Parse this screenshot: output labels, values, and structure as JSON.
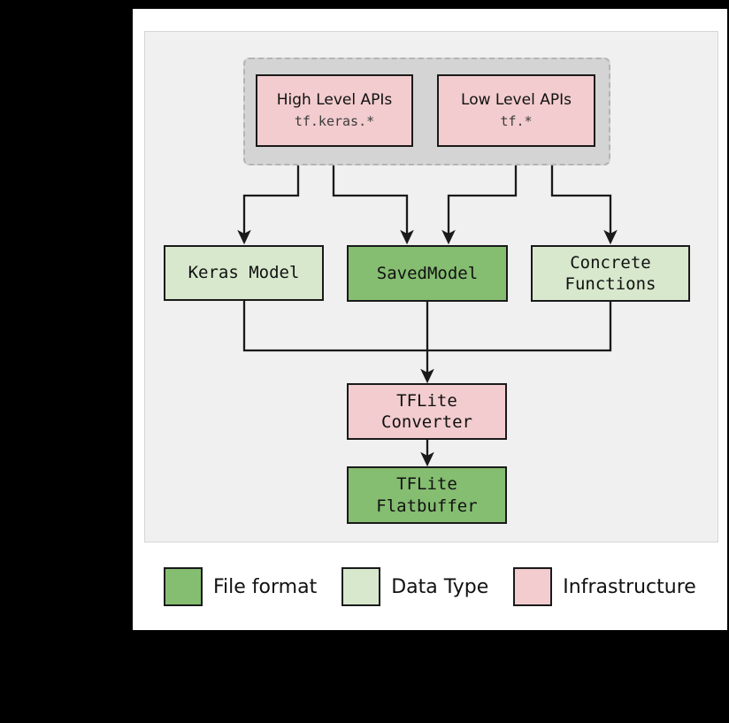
{
  "colors": {
    "infrastructure": "#f2ccce",
    "file_format": "#85bd71",
    "data_type": "#d7e8cd",
    "group_fill": "#d4d4d4",
    "group_border": "#b4b4b4",
    "panel_bg": "#f0f0f0",
    "page_bg": "#ffffff",
    "outline": "#1a1a1a",
    "canvas_bg": "#000000"
  },
  "diagram": {
    "type": "flowchart",
    "group": {
      "name": "api-group",
      "style": "dashed",
      "members": [
        "high-level-apis",
        "low-level-apis"
      ]
    },
    "nodes": [
      {
        "id": "high-level-apis",
        "title": "High Level APIs",
        "subtitle": "tf.keras.*",
        "category": "Infrastructure"
      },
      {
        "id": "low-level-apis",
        "title": "Low Level APIs",
        "subtitle": "tf.*",
        "category": "Infrastructure"
      },
      {
        "id": "keras-model",
        "title": "Keras Model",
        "category": "Data Type"
      },
      {
        "id": "savedmodel",
        "title": "SavedModel",
        "category": "File format"
      },
      {
        "id": "concrete-functions",
        "title": "Concrete\nFunctions",
        "category": "Data Type"
      },
      {
        "id": "tflite-converter",
        "title": "TFLite\nConverter",
        "category": "Infrastructure"
      },
      {
        "id": "tflite-flatbuffer",
        "title": "TFLite\nFlatbuffer",
        "category": "File format"
      }
    ],
    "edges": [
      {
        "from": "high-level-apis",
        "to": "keras-model"
      },
      {
        "from": "high-level-apis",
        "to": "savedmodel"
      },
      {
        "from": "low-level-apis",
        "to": "savedmodel"
      },
      {
        "from": "low-level-apis",
        "to": "concrete-functions"
      },
      {
        "from": "keras-model",
        "to": "tflite-converter"
      },
      {
        "from": "savedmodel",
        "to": "tflite-converter"
      },
      {
        "from": "concrete-functions",
        "to": "tflite-converter"
      },
      {
        "from": "tflite-converter",
        "to": "tflite-flatbuffer"
      }
    ]
  },
  "legend": {
    "items": [
      {
        "label": "File format",
        "color": "#85bd71"
      },
      {
        "label": "Data Type",
        "color": "#d7e8cd"
      },
      {
        "label": "Infrastructure",
        "color": "#f2ccce"
      }
    ]
  }
}
